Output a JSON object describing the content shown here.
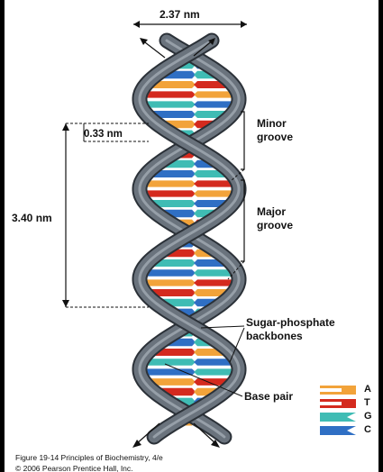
{
  "diagram": {
    "width_label": "2.37 nm",
    "rise_label": "0.33 nm",
    "pitch_label": "3.40 nm",
    "minor_groove_line1": "Minor",
    "minor_groove_line2": "groove",
    "major_groove_line1": "Major",
    "major_groove_line2": "groove",
    "backbone_line1": "Sugar-phosphate",
    "backbone_line2": "backbones",
    "base_pair": "Base pair"
  },
  "legend": [
    {
      "letter": "A",
      "color": "#f2a33a",
      "icon": "adenine-arrow-icon"
    },
    {
      "letter": "T",
      "color": "#d42a1e",
      "icon": "thymine-arrow-icon"
    },
    {
      "letter": "G",
      "color": "#3fbcb4",
      "icon": "guanine-arrow-icon"
    },
    {
      "letter": "C",
      "color": "#2f6fc4",
      "icon": "cytosine-arrow-icon"
    }
  ],
  "caption": {
    "line1": "Figure 19-14  Principles of Biochemistry, 4/e",
    "line2": "© 2006 Pearson Prentice Hall, Inc."
  },
  "colors": {
    "backbone": "#5b6470",
    "backbone_highlight": "#9aa3ad",
    "A": "#f2a33a",
    "T": "#d42a1e",
    "G": "#3fbcb4",
    "C": "#2f6fc4"
  }
}
